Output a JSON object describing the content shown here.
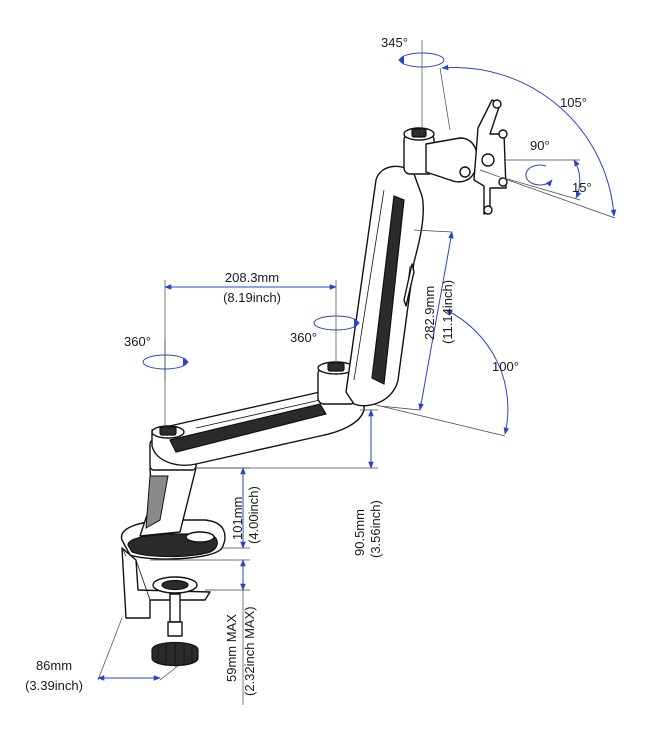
{
  "dimensions": {
    "arm_span_mm": "208.3mm",
    "arm_span_inch": "(8.19inch)",
    "upper_arm_mm": "282.9mm",
    "upper_arm_inch": "(11.14inch)",
    "pole_height_mm": "101mm",
    "pole_height_inch": "(4.00inch)",
    "arm_height_mm": "90.5mm",
    "arm_height_inch": "(3.56inch)",
    "clamp_depth_mm": "86mm",
    "clamp_depth_inch": "(3.39inch)",
    "clamp_max_mm": "59mm MAX",
    "clamp_max_inch": "(2.32inch MAX)"
  },
  "angles": {
    "head_swivel": "345°",
    "tilt_range": "105°",
    "rotate": "90°",
    "tilt_small": "15°",
    "upper_arm_lift": "100°",
    "base_swivel": "360°",
    "elbow_swivel": "360°"
  },
  "colors": {
    "dimension_line": "#2a44c8",
    "outline": "#111111",
    "dark_part": "#2b2b2b"
  }
}
